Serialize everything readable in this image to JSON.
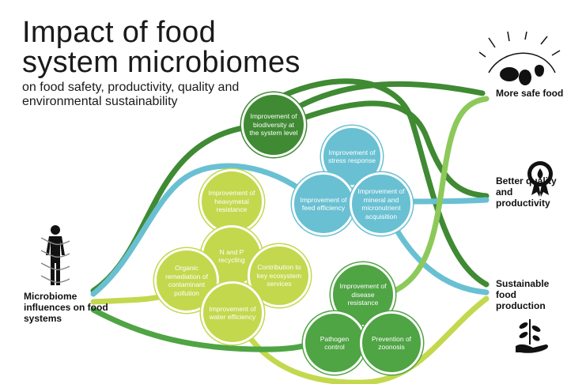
{
  "title_line1": "Impact of food",
  "title_line2": "system microbiomes",
  "subtitle": "on food safety, productivity, quality and environmental sustainability",
  "source_label": "Microbiome influences on food systems",
  "outcomes": {
    "safe": "More safe food",
    "quality": "Better quality and productivity",
    "sustainable": "Sustainable food production"
  },
  "nodes": {
    "biodiversity": "Improvement of biodiversity at the system level",
    "stress": "Improvement of stress response",
    "feed": "Improvement of feed efficiency",
    "mineral": "Improvement of mineral and micronutrient acquisition",
    "heavymetal": "Improvement of heavymetal resistance",
    "np": "N and P recycling",
    "organic": "Organic remediation of contaminant pollution",
    "ecosystem": "Contribution to key ecosystem services",
    "water": "Improvement of water efficiency",
    "disease": "Improvement of disease resistance",
    "pathogen": "Pathogen control",
    "zoonosis": "Prevention of zoonosis"
  },
  "icons": [
    "human-microbiome-icon",
    "food-sun-icon",
    "quality-rosette-icon",
    "plant-hand-icon"
  ],
  "colors": {
    "dark_green": "#3f8a33",
    "medium_green": "#4fa444",
    "blue": "#69c0d2",
    "light_green": "#c3d84d"
  }
}
